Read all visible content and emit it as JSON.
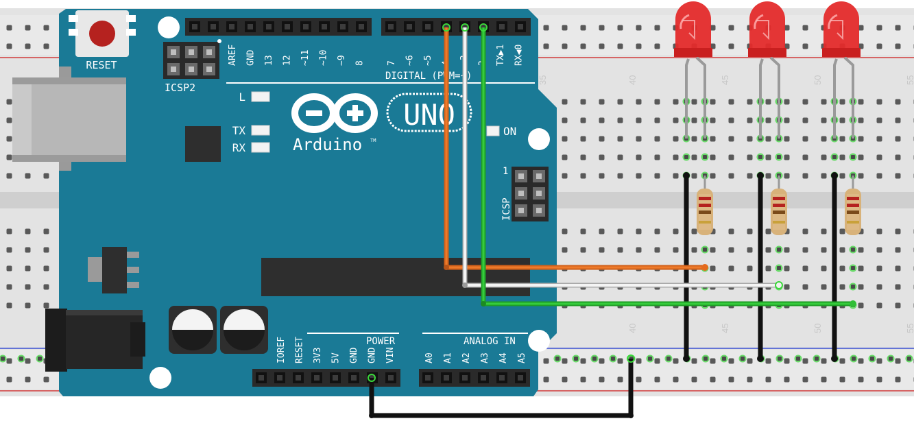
{
  "board": {
    "reset_label": "RESET",
    "icsp2_label": "ICSP2",
    "icsp_label": "ICSP",
    "icsp_pin1": "1",
    "led_l": "L",
    "led_tx": "TX",
    "led_rx": "RX",
    "led_on": "ON",
    "brand": "Arduino",
    "tm": "TM",
    "model": "UNO",
    "digital_label": "DIGITAL (PWM=~)",
    "power_label": "POWER",
    "analog_label": "ANALOG IN",
    "digital_pins_left": [
      "AREF",
      "GND",
      "13",
      "12",
      "~11",
      "~10",
      "~9",
      "8"
    ],
    "digital_pins_right": [
      "7",
      "~6",
      "~5",
      "4",
      "~3",
      "2",
      "TX▶1",
      "RX◀0"
    ],
    "power_pins": [
      "IOREF",
      "RESET",
      "3V3",
      "5V",
      "GND",
      "GND",
      "VIN"
    ],
    "analog_pins": [
      "A0",
      "A1",
      "A2",
      "A3",
      "A4",
      "A5"
    ]
  },
  "breadboard": {
    "column_labels": [
      "35",
      "40",
      "45",
      "50",
      "55"
    ]
  },
  "colors": {
    "board": "#1a7a96",
    "wire_orange": "#e56a1c",
    "wire_white": "#f2f2f2",
    "wire_green": "#2fbe35",
    "wire_black": "#222222",
    "led_red": "#e42b2b"
  },
  "circuit": {
    "leds": 3,
    "resistors": 3,
    "signal_wires": [
      "orange",
      "white",
      "green"
    ]
  }
}
